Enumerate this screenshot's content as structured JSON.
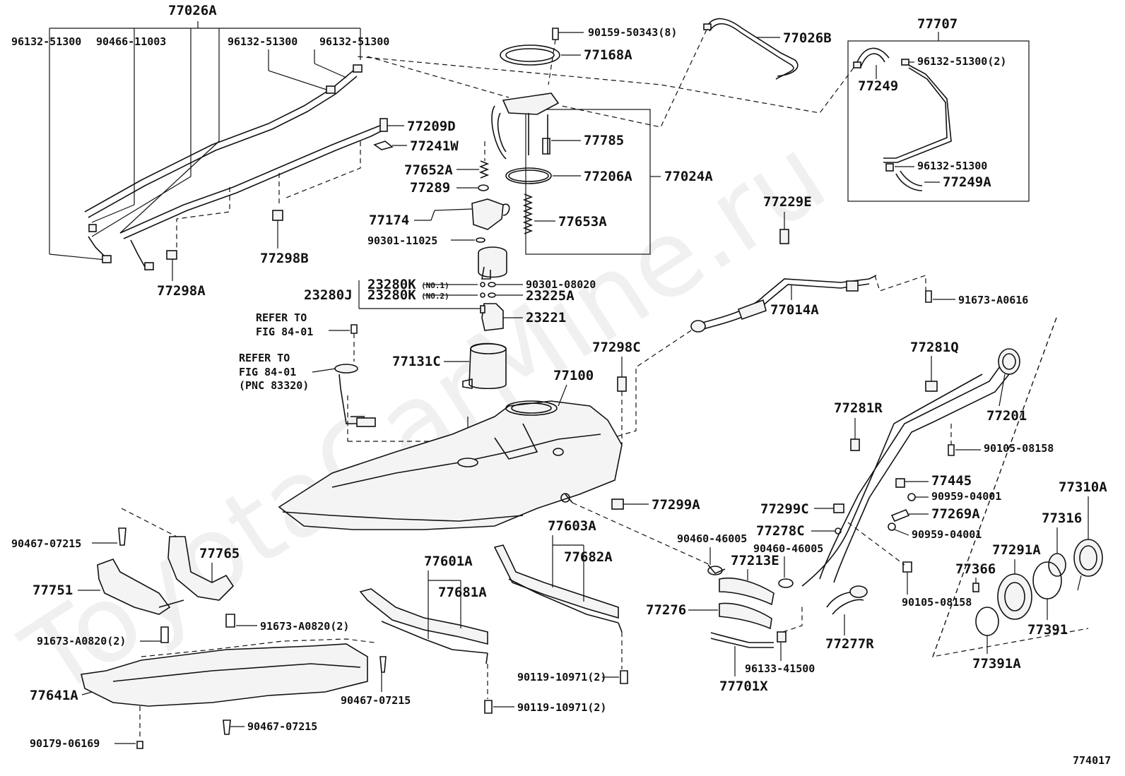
{
  "watermark": "ToyotaCarMine.ru",
  "figure_number": "774017",
  "refer_note": {
    "line1": "REFER TO",
    "line2": "FIG 84-01",
    "line3": "REFER TO",
    "line4": "FIG 84-01",
    "line5": "(PNC 83320)"
  },
  "part_numbers": {
    "p77026A": "77026A",
    "p96132_51300_a": "96132-51300",
    "p90466_11003": "90466-11003",
    "p96132_51300_b": "96132-51300",
    "p96132_51300_c": "96132-51300",
    "p90159_50343": "90159-50343(8)",
    "p77026B": "77026B",
    "p77168A": "77168A",
    "p77707": "77707",
    "p96132_51300_2": "96132-51300(2)",
    "p77249": "77249",
    "p96132_51300_d": "96132-51300",
    "p77249A": "77249A",
    "p77209D": "77209D",
    "p77241W": "77241W",
    "p77785": "77785",
    "p77652A": "77652A",
    "p77206A": "77206A",
    "p77024A": "77024A",
    "p77289": "77289",
    "p77174": "77174",
    "p77653A": "77653A",
    "p90301_11025": "90301-11025",
    "p77298B": "77298B",
    "p77298A": "77298A",
    "p77229E": "77229E",
    "p23280K_1": "23280K",
    "p_no1": "(NO.1)",
    "p90301_08020": "90301-08020",
    "p23280J": "23280J",
    "p23280K_2": "23280K",
    "p_no2": "(NO.2)",
    "p23225A": "23225A",
    "p23221": "23221",
    "p77014A": "77014A",
    "p91673_A0616": "91673-A0616",
    "p77298C": "77298C",
    "p77131C": "77131C",
    "p77100": "77100",
    "p77281Q": "77281Q",
    "p77201": "77201",
    "p77281R": "77281R",
    "p90105_08158_a": "90105-08158",
    "p77445": "77445",
    "p90959_04001_a": "90959-04001",
    "p77310A": "77310A",
    "p77299A": "77299A",
    "p77299C": "77299C",
    "p77269A": "77269A",
    "p77316": "77316",
    "p90467_07215_a": "90467-07215",
    "p77603A": "77603A",
    "p90460_46005_a": "90460-46005",
    "p77278C": "77278C",
    "p90959_04001_b": "90959-04001",
    "p77765": "77765",
    "p77682A": "77682A",
    "p90460_46005_b": "90460-46005",
    "p77291A": "77291A",
    "p77601A": "77601A",
    "p77213E": "77213E",
    "p77366": "77366",
    "p77751": "77751",
    "p77681A": "77681A",
    "p90105_08158_b": "90105-08158",
    "p77276": "77276",
    "p91673_A0820_a": "91673-A0820(2)",
    "p77391": "77391",
    "p91673_A0820_b": "91673-A0820(2)",
    "p77277R": "77277R",
    "p77391A": "77391A",
    "p96133_41500": "96133-41500",
    "p90119_10971_a": "90119-10971(2)",
    "p77641A": "77641A",
    "p90467_07215_b": "90467-07215",
    "p77701X": "77701X",
    "p90119_10971_b": "90119-10971(2)",
    "p90467_07215_c": "90467-07215",
    "p90179_06169": "90179-06169"
  }
}
